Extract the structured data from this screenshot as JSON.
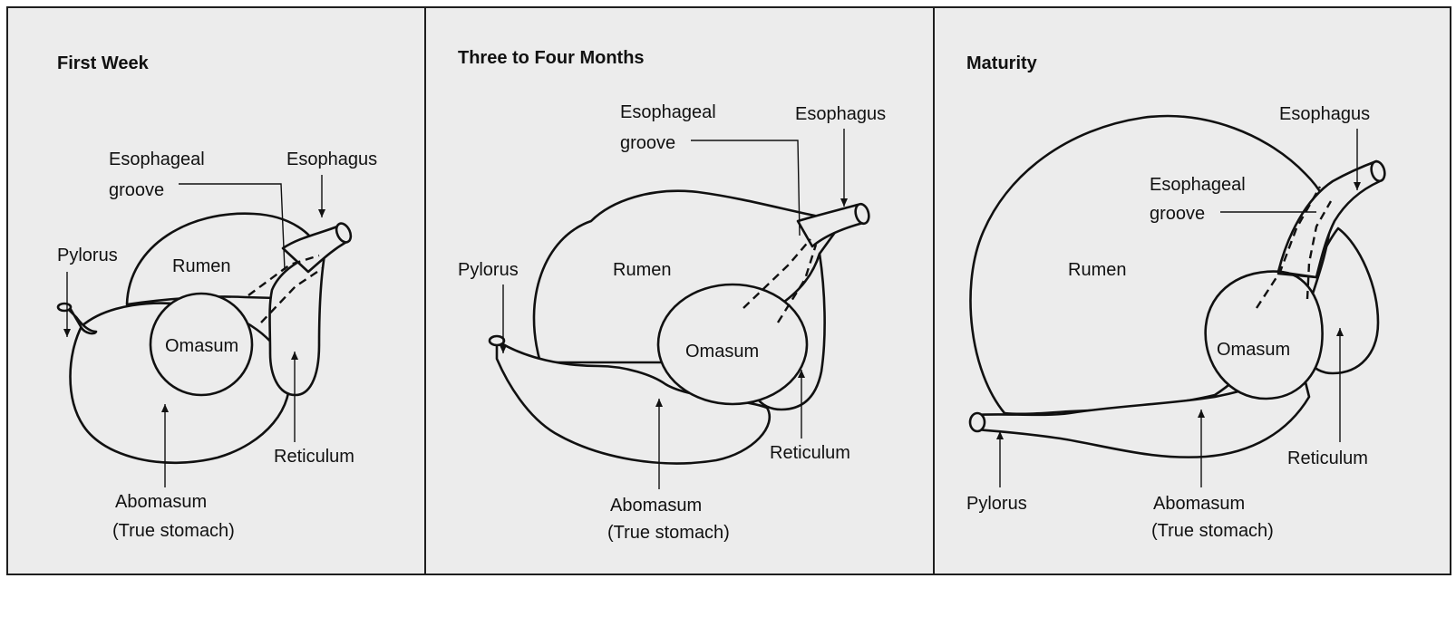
{
  "panels": [
    {
      "title": "First Week",
      "labels": {
        "esophageal_groove": [
          "Esophageal",
          "groove"
        ],
        "esophagus": "Esophagus",
        "pylorus": "Pylorus",
        "rumen": "Rumen",
        "omasum": "Omasum",
        "reticulum": "Reticulum",
        "abomasum": [
          "Abomasum",
          "(True stomach)"
        ]
      }
    },
    {
      "title": "Three to Four Months",
      "labels": {
        "esophageal_groove": [
          "Esophageal",
          "groove"
        ],
        "esophagus": "Esophagus",
        "pylorus": "Pylorus",
        "rumen": "Rumen",
        "omasum": "Omasum",
        "reticulum": "Reticulum",
        "abomasum": [
          "Abomasum",
          "(True stomach)"
        ]
      }
    },
    {
      "title": "Maturity",
      "labels": {
        "esophagus": "Esophagus",
        "esophageal_groove": [
          "Esophageal",
          "groove"
        ],
        "rumen": "Rumen",
        "omasum": "Omasum",
        "reticulum": "Reticulum",
        "pylorus": "Pylorus",
        "abomasum": [
          "Abomasum",
          "(True stomach)"
        ]
      }
    }
  ],
  "colors": {
    "background": "#ececec",
    "ink": "#111111"
  }
}
